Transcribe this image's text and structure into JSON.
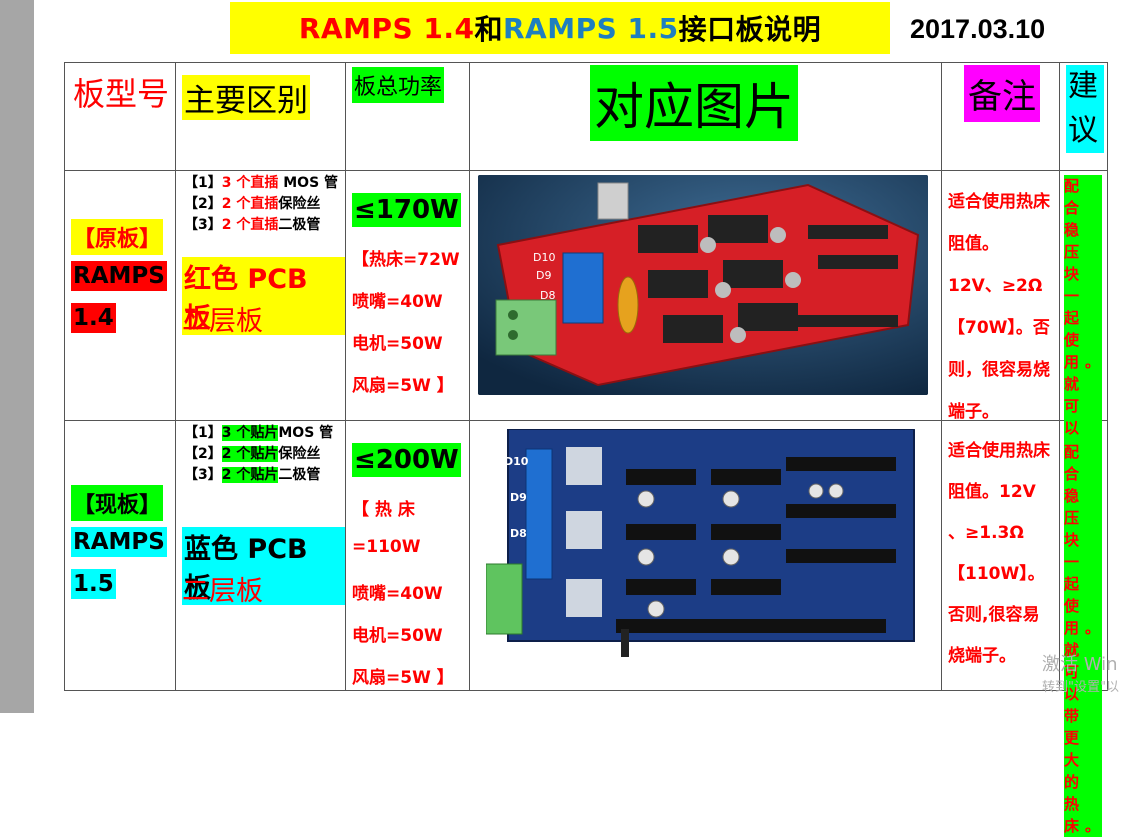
{
  "title": {
    "part1": "RAMPS 1.4",
    "part2": " 和 ",
    "part3": "RAMPS 1.5",
    "part4": " 接口板说明"
  },
  "date": "2017.03.10",
  "headers": {
    "model": "板型号",
    "difference": "主要区别",
    "power": "板总功率",
    "picture": "对应图片",
    "notes": "备注",
    "advice": "建议"
  },
  "rows": [
    {
      "tag": "【原板】",
      "name_line1": "RAMPS",
      "name_line2": "1.4",
      "diff": [
        {
          "prefix": "【1】",
          "count": "3 个直插",
          "suffix": " MOS 管"
        },
        {
          "prefix": "【2】",
          "count": "2 个直插",
          "suffix": "保险丝"
        },
        {
          "prefix": "【3】",
          "count": "2 个直插",
          "suffix": "二极管"
        }
      ],
      "pcb_line1": "红色 PCB 板",
      "pcb_line2": "二层板",
      "power_total": "≤170W",
      "power_items": [
        "【热床=72W",
        "喷嘴=40W",
        "电机=50W",
        "风扇=5W 】"
      ],
      "note": "适合使用热床阻值。12V、≥2Ω【70W】。否则，很容易烧端子。",
      "advice": "配合稳压块一起使用。就可以带更大的热床。"
    },
    {
      "tag": "【现板】",
      "name_line1": "RAMPS",
      "name_line2": "1.5",
      "diff": [
        {
          "prefix": "【1】",
          "count": "3 个贴片",
          "suffix": "MOS 管"
        },
        {
          "prefix": "【2】",
          "count": "2 个贴片",
          "suffix": "保险丝"
        },
        {
          "prefix": "【3】",
          "count": "2 个贴片",
          "suffix": "二极管"
        }
      ],
      "pcb_line1": "蓝色 PCB 板",
      "pcb_line2": "二层板",
      "power_total": "≤200W",
      "power_items": [
        "【 热 床",
        "=110W",
        "喷嘴=40W",
        "电机=50W",
        "风扇=5W 】"
      ],
      "note": "适合使用热床阻值。12V 、≥1.3Ω【110W】。否则,很容易烧端子。",
      "advice": "配合稳压块一起使用。就可以带更大的热床。"
    }
  ],
  "board_labels": [
    "D10",
    "D9",
    "D8"
  ],
  "watermark": {
    "line1": "激活 Win",
    "line2": "转到\"设置\"以"
  },
  "colors": {
    "yellow": "#ffff00",
    "green": "#00ff00",
    "magenta": "#ff00ff",
    "cyan": "#00ffff",
    "red": "#ff0000",
    "blue_title": "#1f7fbf"
  }
}
